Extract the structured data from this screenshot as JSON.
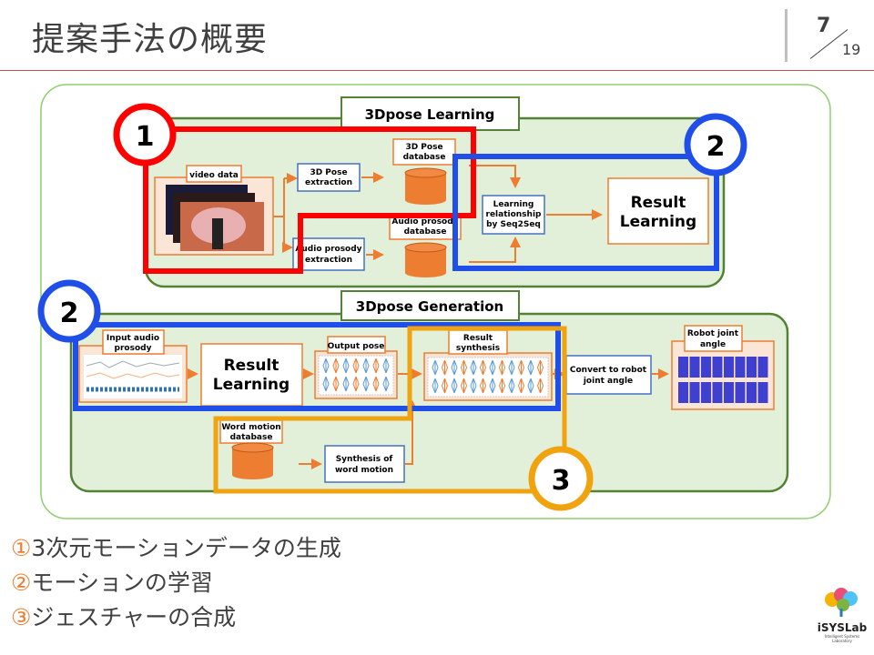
{
  "header": {
    "title": "提案手法の概要",
    "page": "7",
    "total": "19"
  },
  "learning": {
    "title": "3Dpose Learning",
    "video_data": "video data",
    "pose_extraction": [
      "3D Pose",
      "extraction"
    ],
    "pose_database": [
      "3D Pose",
      "database"
    ],
    "audio_extraction": [
      "Audio prosody",
      "extraction"
    ],
    "audio_database": [
      "Audio prosody",
      "database"
    ],
    "relationship": [
      "Learning",
      "relationship",
      "by Seq2Seq"
    ],
    "result": [
      "Result",
      "Learning"
    ]
  },
  "generation": {
    "title": "3Dpose Generation",
    "input_audio": [
      "Input audio",
      "prosody"
    ],
    "result": [
      "Result",
      "Learning"
    ],
    "output_pose": "Output pose",
    "result_synthesis": [
      "Result",
      "synthesis"
    ],
    "convert": [
      "Convert to robot",
      "joint angle"
    ],
    "robot_joint": [
      "Robot joint",
      "angle"
    ],
    "word_db": [
      "Word motion",
      "database"
    ],
    "word_synth": [
      "Synthesis of",
      "word motion"
    ]
  },
  "markers": {
    "one": "1",
    "two": "2",
    "three": "3"
  },
  "points": [
    {
      "num": "①",
      "text": "3次元モーションデータの生成"
    },
    {
      "num": "②",
      "text": "モーションの学習"
    },
    {
      "num": "③",
      "text": "ジェスチャーの合成"
    }
  ],
  "logo": {
    "name": "iSYSLab",
    "sub": "Intelligent Systems Laboratory"
  },
  "colors": {
    "red": "#ff0000",
    "blue": "#1f4fe8",
    "orange": "#f0a20f",
    "panel": "#e2efd9",
    "accent": "#ed7d31"
  }
}
